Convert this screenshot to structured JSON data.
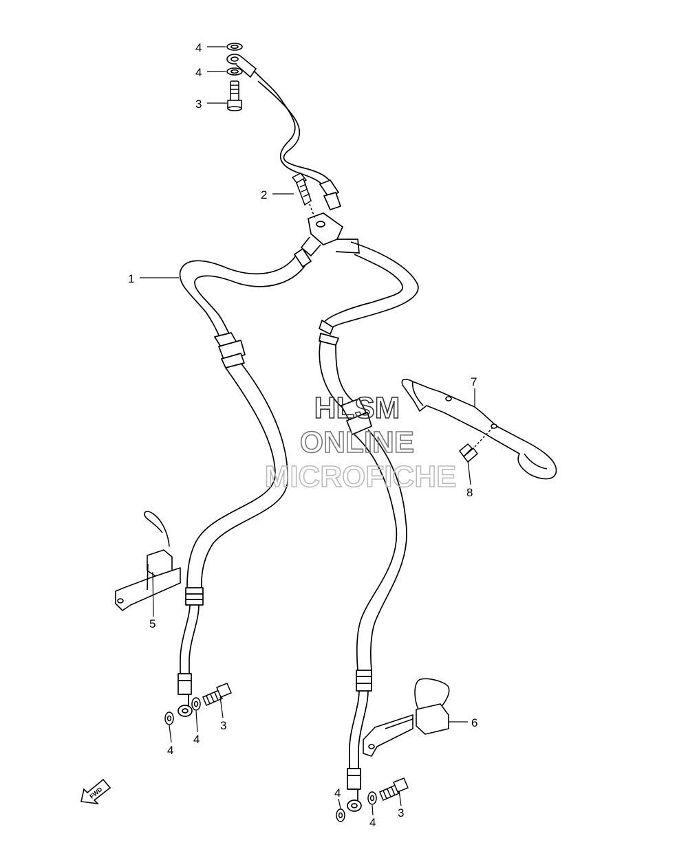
{
  "callouts": {
    "c1": "1",
    "c2": "2",
    "c3_top": "3",
    "c3_left": "3",
    "c3_right": "3",
    "c4_top_a": "4",
    "c4_top_b": "4",
    "c4_left_a": "4",
    "c4_left_b": "4",
    "c4_right_a": "4",
    "c4_right_b": "4",
    "c5": "5",
    "c6": "6",
    "c7": "7",
    "c8": "8"
  },
  "watermark": {
    "line1": "HLSM",
    "line2": "ONLINE",
    "line3": "MICROFICHE"
  },
  "fwd_arrow_label": "FWD",
  "colors": {
    "line": "#000000",
    "watermark1": "#333333",
    "watermark2": "#777777",
    "watermark3": "#bbbbbb"
  }
}
